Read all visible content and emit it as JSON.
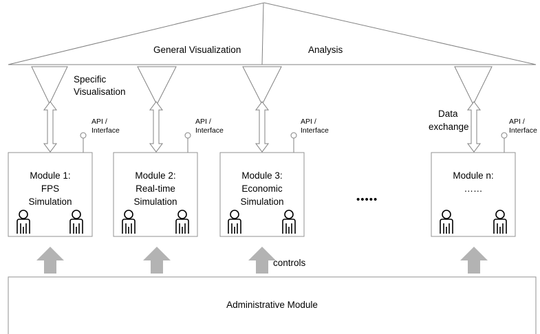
{
  "top_labels": {
    "general_visualization": "General Visualization",
    "analysis": "Analysis"
  },
  "specific_visualisation": [
    "Specific",
    "Visualisation"
  ],
  "data_exchange": [
    "Data",
    "exchange"
  ],
  "api_interface": [
    "API /",
    "Interface"
  ],
  "modules": [
    {
      "title": [
        "Module 1:",
        "FPS",
        "Simulation"
      ]
    },
    {
      "title": [
        "Module 2:",
        "Real-time",
        "Simulation"
      ]
    },
    {
      "title": [
        "Module 3:",
        "Economic",
        "Simulation"
      ]
    },
    {
      "title": [
        "Module n:",
        "……"
      ]
    }
  ],
  "ellipsis": "•••••",
  "controls_label": "controls",
  "admin_module": "Administrative Module",
  "colors": {
    "line": "#808080",
    "arrow_fill": "#b3b3b3",
    "module_border": "#909090"
  }
}
